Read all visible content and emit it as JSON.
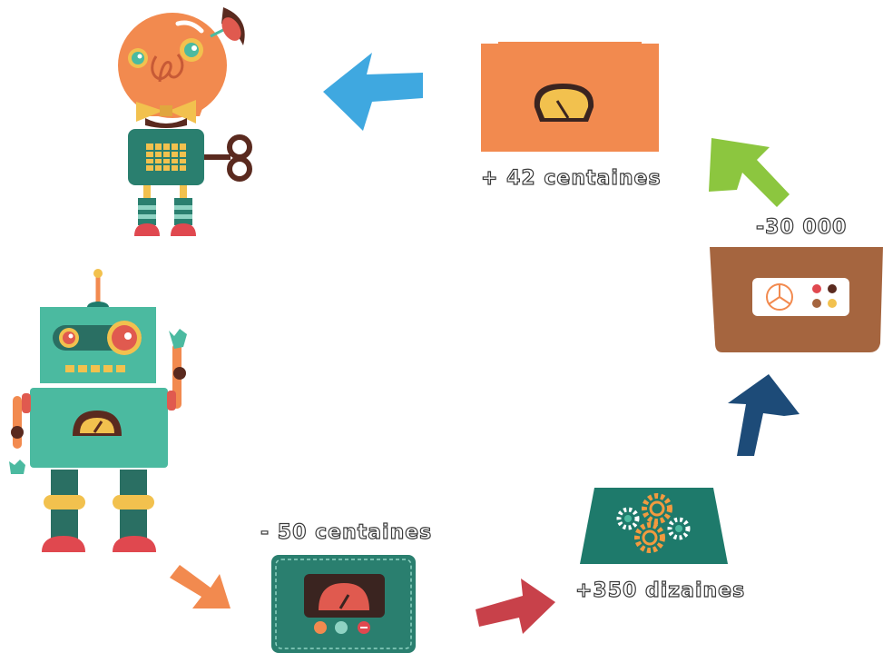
{
  "steps": {
    "step1": {
      "label": "- 50 centaines"
    },
    "step2": {
      "label": "+350 dizaines"
    },
    "step3": {
      "label": "-30 000"
    },
    "step4": {
      "label": "+ 42 centaines"
    }
  },
  "colors": {
    "arrow_orange": "#f28a4f",
    "arrow_red": "#c8414a",
    "arrow_navy": "#1d4b78",
    "arrow_green": "#8cc63f",
    "arrow_blue": "#3fa8e0",
    "robot_teal": "#4bbaa0",
    "bulb_orange": "#f28a4f",
    "box_brown": "#a5653f",
    "box_orange": "#f28a4f",
    "panel_green": "#1e7a6b"
  },
  "icons": {
    "start": "teal-robot-icon",
    "end": "lightbulb-robot-icon",
    "box1": "dial-panel-icon",
    "box2": "gears-panel-icon",
    "box3": "radio-box-icon",
    "box4": "gauge-box-icon"
  }
}
